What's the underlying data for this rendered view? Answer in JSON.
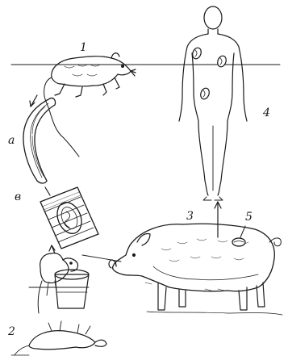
{
  "labels": {
    "rat_top": "1",
    "larva": "а",
    "muscle_cyst": "в",
    "rat_bottom": "2",
    "pig": "3",
    "human": "4",
    "pig_cyst": "5"
  }
}
